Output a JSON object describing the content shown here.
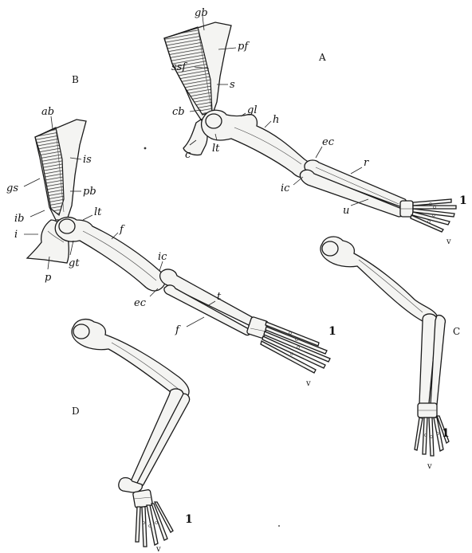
{
  "figure": {
    "panels": {
      "A": "A",
      "B": "B",
      "C": "C",
      "D": "D"
    },
    "labels_A": {
      "gb": "gb",
      "pf": "pf",
      "ssf": "ssf",
      "s": "s",
      "cb": "cb",
      "gl": "gl",
      "h": "h",
      "c": "c",
      "lt": "lt",
      "ec": "ec",
      "r": "r",
      "ic": "ic",
      "u": "u"
    },
    "labels_B": {
      "ab": "ab",
      "is": "is",
      "gs": "gs",
      "pb": "pb",
      "ib": "ib",
      "lt": "lt",
      "f_femur": "f",
      "i": "i",
      "gt": "gt",
      "p": "p",
      "ic": "ic",
      "ec": "ec",
      "t": "t",
      "f_fibula": "f"
    },
    "digits": {
      "A_first": "1",
      "A_fifth": "v",
      "B_first": "1",
      "B_fifth": "v",
      "C_first": "1",
      "C_fifth": "v",
      "D_first": "1",
      "D_fifth": "v"
    },
    "colors": {
      "ink": "#1a1a1a",
      "bone": "#f4f4f2",
      "background": "#ffffff"
    }
  }
}
